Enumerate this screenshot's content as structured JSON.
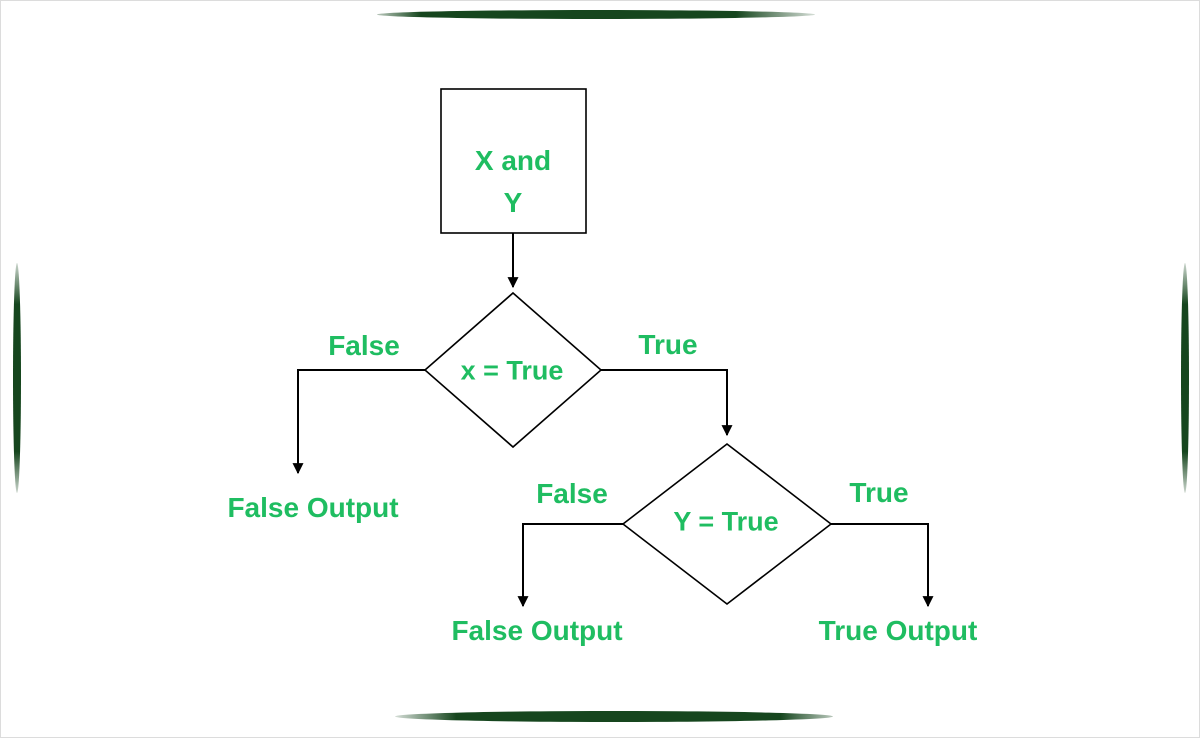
{
  "colors": {
    "accent": "#1fbd61",
    "line": "#000000",
    "decor": "#16461e",
    "background": "#ffffff"
  },
  "flowchart": {
    "root_box": {
      "label": "X and\nY"
    },
    "decision_x": {
      "label": "x = True",
      "false_branch": "False",
      "true_branch": "True",
      "false_output": "False Output"
    },
    "decision_y": {
      "label": "Y = True",
      "false_branch": "False",
      "true_branch": "True",
      "false_output": "False Output",
      "true_output": "True Output"
    }
  }
}
